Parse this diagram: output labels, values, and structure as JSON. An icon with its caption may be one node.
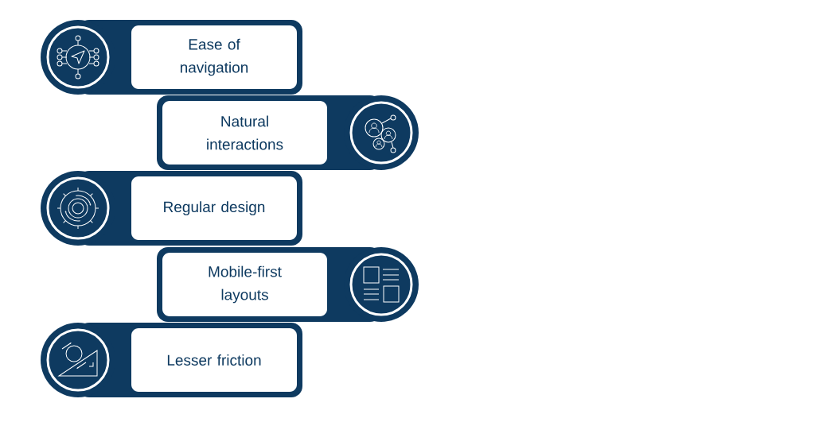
{
  "diagram": {
    "nodes": [
      {
        "text": [
          "Ease of navigation"
        ]
      },
      {
        "text": [
          "Natural interactions"
        ]
      },
      {
        "text": [
          "Regular design"
        ]
      },
      {
        "text": [
          "Mobile-first layouts"
        ]
      },
      {
        "text": [
          "Lesser friction"
        ]
      }
    ]
  }
}
